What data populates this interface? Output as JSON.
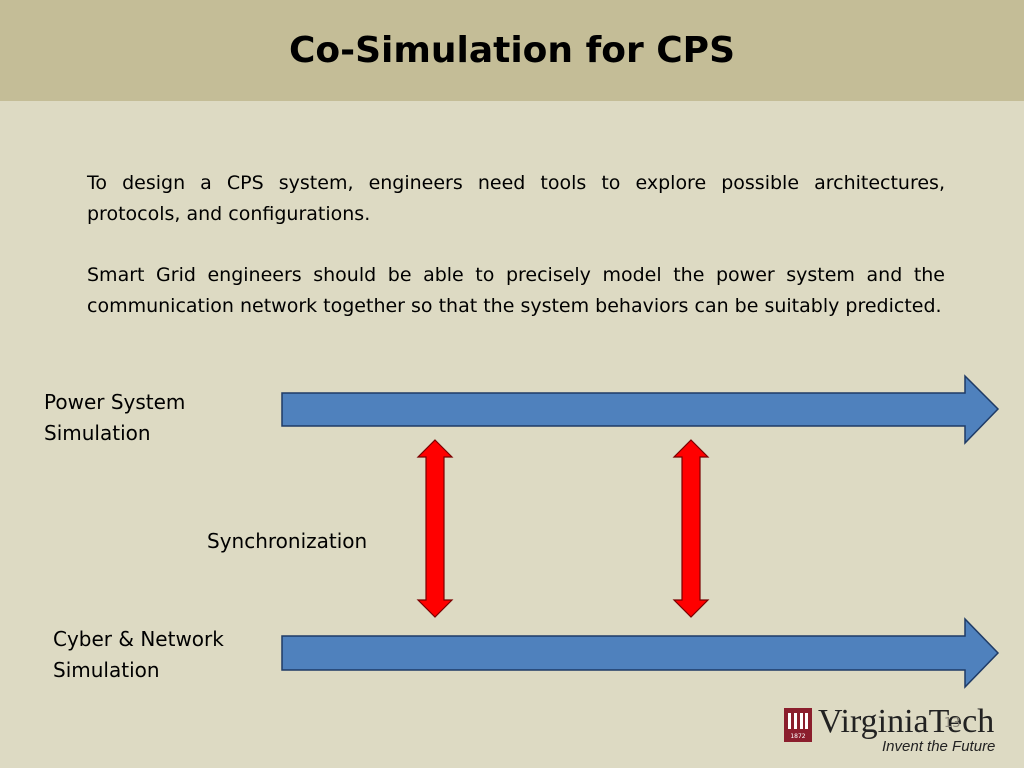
{
  "slide": {
    "title": "Co-Simulation for CPS",
    "paragraphs": [
      "To design a CPS system, engineers need tools to explore possible architectures, protocols, and configurations.",
      "Smart Grid engineers should be able  to precisely model the power system and the communication network together so that the system behaviors can be suitably predicted."
    ],
    "slide_number": "13"
  },
  "diagram": {
    "labels": {
      "power": "Power System Simulation",
      "cyber": "Cyber &  Network Simulation",
      "sync": "Synchronization"
    },
    "colors": {
      "timeline_fill": "#4f81bd",
      "timeline_stroke": "#1f3b66",
      "sync_fill": "#ff0000",
      "sync_stroke": "#7a0000"
    },
    "sync_arrow_count": 2
  },
  "logo": {
    "name": "VirginiaTech",
    "tagline": "Invent the Future",
    "year": "1872",
    "color": "#8b1e2d"
  }
}
